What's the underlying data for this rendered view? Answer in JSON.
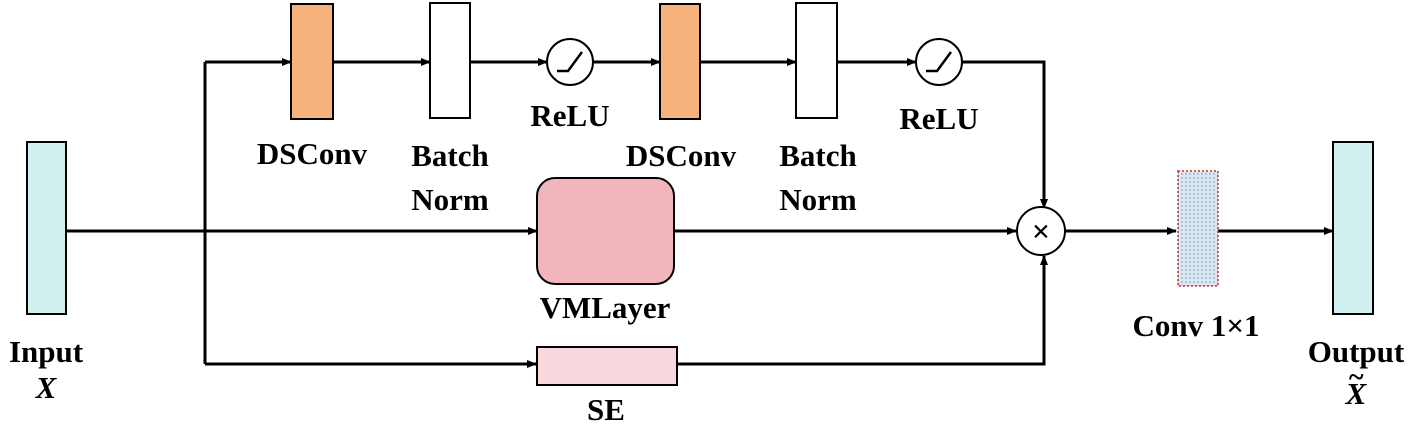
{
  "colors": {
    "io_block": "#d2f0f0",
    "dsconv": "#f5b27c",
    "batchnorm": "#ffffff",
    "vmlayer": "#f2b5bc",
    "se": "#f8d8dd",
    "conv1x1": "#d9e8f2",
    "conv1x1_border": "#d62b2b",
    "line": "#000000"
  },
  "labels": {
    "input": "Input",
    "input_symbol": "X",
    "output": "Output",
    "output_symbol": "X",
    "output_symbol_accent": "~",
    "dsconv_1": "DSConv",
    "batchnorm_1_line1": "Batch",
    "batchnorm_1_line2": "Norm",
    "relu_1": "ReLU",
    "dsconv_2": "DSConv",
    "batchnorm_2_line1": "Batch",
    "batchnorm_2_line2": "Norm",
    "relu_2": "ReLU",
    "vmlayer": "VMLayer",
    "se": "SE",
    "multiply_symbol": "×",
    "conv1x1": "Conv 1×1"
  },
  "icons": {
    "relu": "relu-activation-icon",
    "multiply": "multiply-operator-icon",
    "arrow": "arrowhead-icon"
  }
}
